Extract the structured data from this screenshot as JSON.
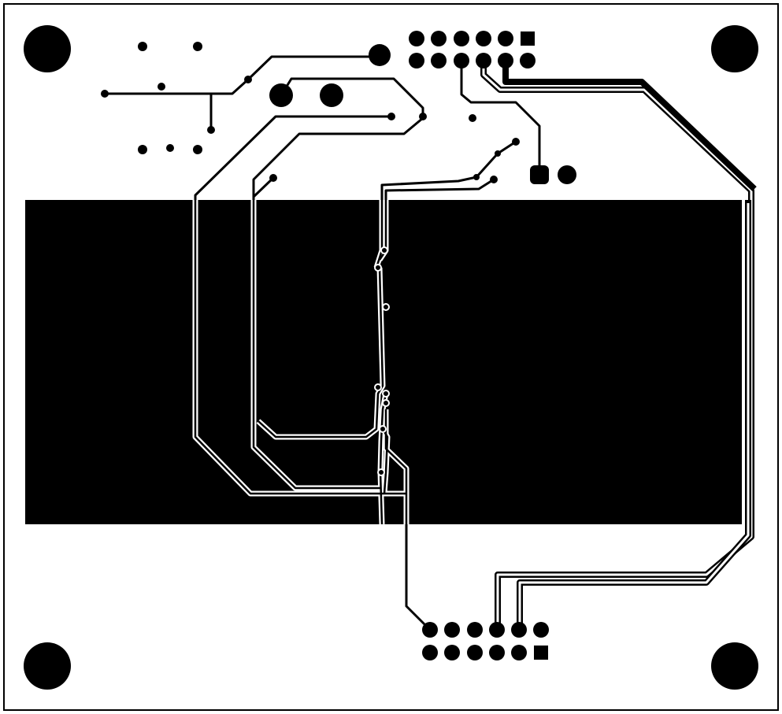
{
  "board": {
    "colors": {
      "copper": "#000000",
      "substrate": "#ffffff",
      "clearance": "#ffffff"
    },
    "layer": "copper",
    "components": {
      "mounting_holes": 4,
      "top_header_pins": 12,
      "bottom_header_pins": 12,
      "ground_pour": true
    }
  }
}
